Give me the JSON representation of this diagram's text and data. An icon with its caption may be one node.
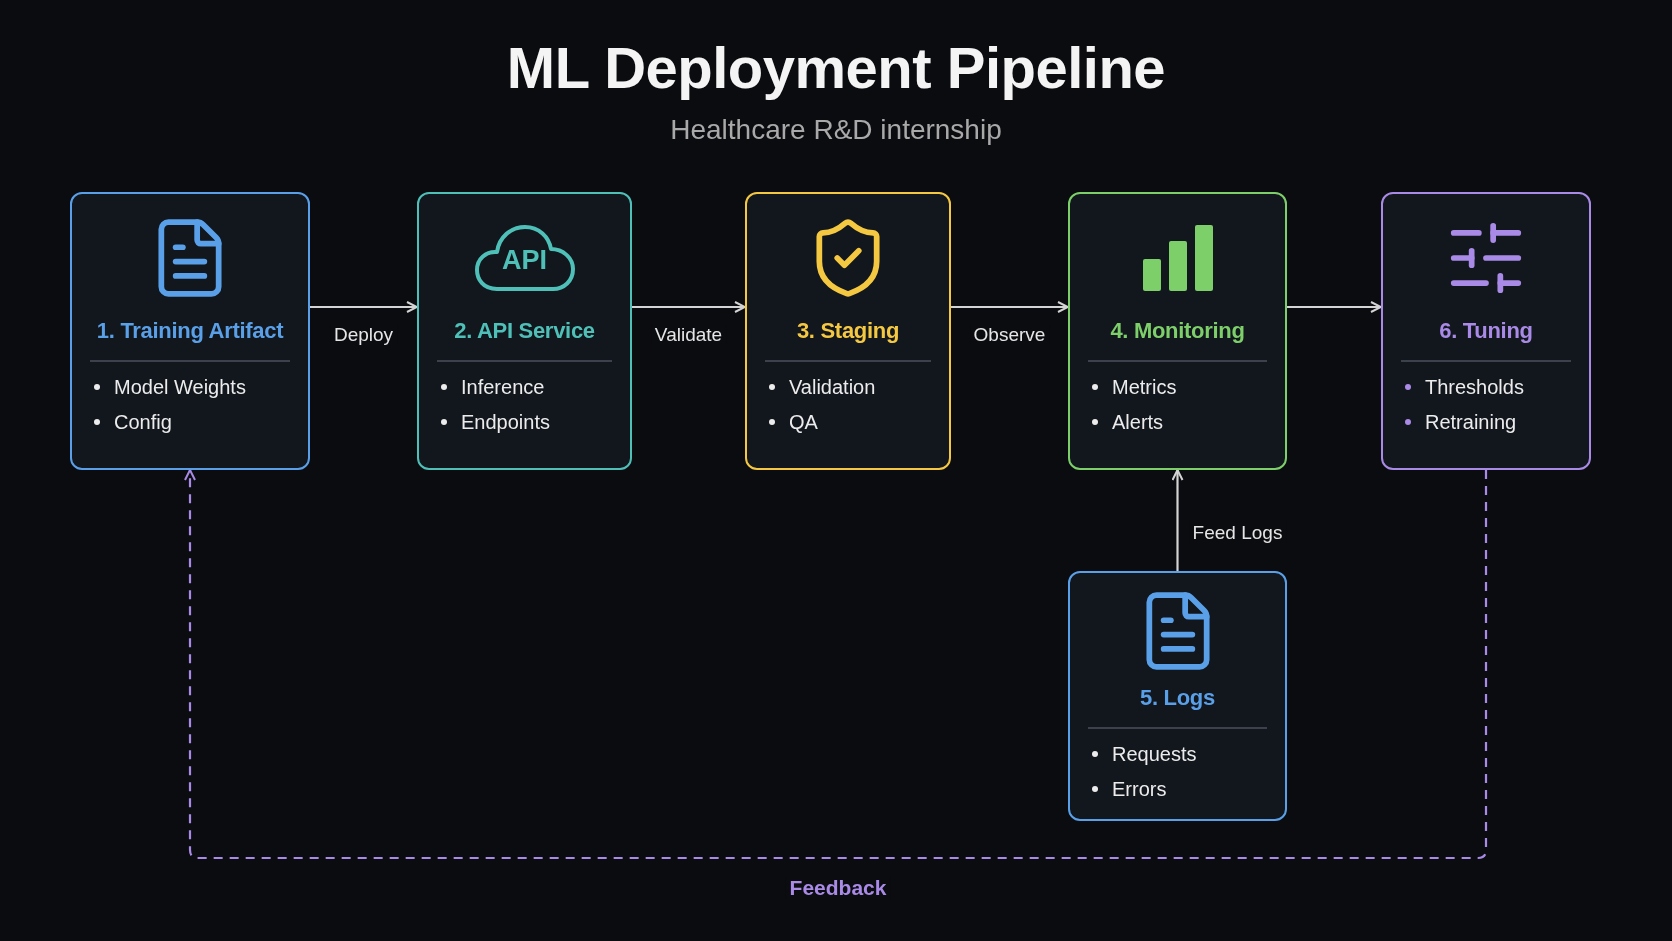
{
  "diagram": {
    "title": "ML Deployment Pipeline",
    "caption": "Healthcare R&D internship",
    "nodes": [
      {
        "text": [
          "1. Training Artifact",
          "Model Weights",
          "Config"
        ]
      },
      {
        "text": [
          "API",
          "2. API Service",
          "Inference",
          "Endpoints"
        ]
      },
      {
        "text": [
          "3. Staging",
          "Validation",
          "QA"
        ]
      },
      {
        "text": [
          "4. Monitoring",
          "Metrics",
          "Alerts"
        ]
      },
      {
        "text": [
          "6. Tuning",
          "Thresholds",
          "Retraining"
        ]
      },
      {
        "text": [
          "5. Logs",
          "Requests",
          "Errors"
        ]
      }
    ],
    "edges": [
      {
        "from": 0,
        "to": 1,
        "arrow": "to",
        "label": "Deploy"
      },
      {
        "from": 1,
        "to": 2,
        "arrow": "to",
        "label": "Validate"
      },
      {
        "from": 2,
        "to": 3,
        "arrow": "to",
        "label": "Observe"
      },
      {
        "from": 3,
        "to": 4,
        "arrow": "to"
      },
      {
        "from": 5,
        "to": 3,
        "arrow": "to",
        "label": "Feed Logs"
      },
      {
        "from": 4,
        "to": 0,
        "arrow": "to",
        "label": "Feedback",
        "style": "dashed",
        "color": "#a98ae6"
      }
    ]
  }
}
